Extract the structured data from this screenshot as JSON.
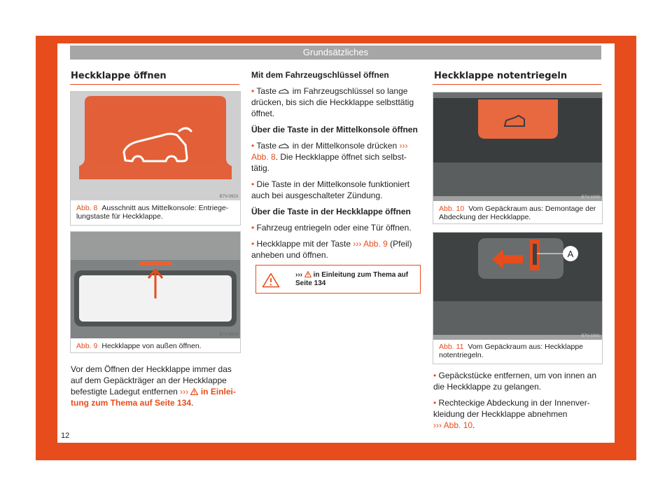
{
  "header": {
    "title": "Grundsätzliches"
  },
  "page_number": "12",
  "left": {
    "heading": "Heckklappe öffnen",
    "fig8": {
      "code": "B7V-0923",
      "label": "Abb. 8",
      "caption": "Ausschnitt aus Mittelkonsole: Entriege-lungstaste für Heckklappe."
    },
    "fig9": {
      "code": "B7V-0924",
      "label": "Abb. 9",
      "caption": "Heckklappe von außen öffnen."
    },
    "para": {
      "text": "Vor dem Öffnen der Heckklappe immer das auf dem Gepäckträger an der Heckklappe befestigte Ladegut entfernen",
      "arrows": "›››",
      "link": "in Einlei-tung zum Thema auf Seite 134",
      "end": "."
    }
  },
  "middle": {
    "sub1": "Mit dem Fahrzeugschlüssel öffnen",
    "b1_pre": "Taste",
    "b1_post": "im Fahrzeugschlüssel so lange drücken, bis sich die Heckklappe selbsttätig öffnet.",
    "sub2": "Über die Taste in der Mittelkonsole öffnen",
    "b2_pre": "Taste",
    "b2_post": "in der Mittelkonsole drücken",
    "b2_arrows": "›››",
    "b2_ref": "Abb. 8",
    "b2_end": ". Die Heckklappe öffnet sich selbst-tätig.",
    "b3": "Die Taste in der Mittelkonsole funktioniert auch bei ausgeschalteter Zündung.",
    "sub3": "Über die Taste in der Heckklappe öffnen",
    "b4": "Fahrzeug entriegeln oder eine Tür öffnen.",
    "b5_pre": "Heckklappe mit der Taste",
    "b5_arrows": "›››",
    "b5_ref": "Abb. 9",
    "b5_end": "(Pfeil) anheben und öffnen.",
    "warn": {
      "arrows": "›››",
      "line1": "in Einleitung zum Thema auf",
      "line2": "Seite 134"
    }
  },
  "right": {
    "heading": "Heckklappe notentriegeln",
    "fig10": {
      "code": "B7V-1000",
      "label": "Abb. 10",
      "caption": "Vom Gepäckraum aus: Demontage der Abdeckung der Heckklappe."
    },
    "fig11": {
      "code": "B7V-1001",
      "label": "Abb. 11",
      "caption": "Vom Gepäckraum aus: Heckklappe notentriegeln.",
      "marker": "A"
    },
    "b1": "Gepäckstücke entfernen, um von innen an die Heckklappe zu gelangen.",
    "b2": "Rechteckige Abdeckung in der Innenver-kleidung der Heckklappe abnehmen",
    "b2_arrows": "›››",
    "b2_ref": "Abb. 10",
    "b2_end": "."
  },
  "colors": {
    "accent": "#e74c1c",
    "header_bar": "#a6a6a6"
  }
}
